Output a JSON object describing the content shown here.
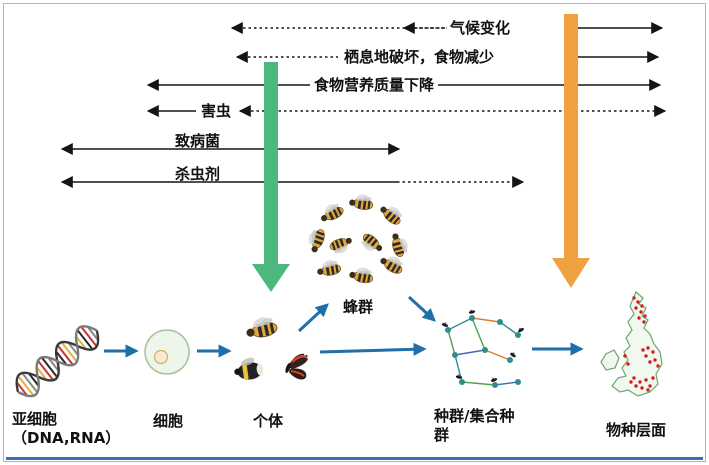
{
  "stressors": [
    {
      "id": "climate",
      "label": "气候变化"
    },
    {
      "id": "habitat",
      "label": "栖息地破坏，食物减少"
    },
    {
      "id": "nutrition",
      "label": "食物营养质量下降"
    },
    {
      "id": "pests",
      "label": "害虫"
    },
    {
      "id": "pathogens",
      "label": "致病菌"
    },
    {
      "id": "pesticides",
      "label": "杀虫剂"
    }
  ],
  "levels": [
    {
      "id": "subcellular",
      "label": "亚细胞",
      "sublabel": "（DNA,RNA）"
    },
    {
      "id": "cell",
      "label": "细胞"
    },
    {
      "id": "individual",
      "label": "个体"
    },
    {
      "id": "colony",
      "label": "蜂群"
    },
    {
      "id": "population",
      "label": "种群/集合种群"
    },
    {
      "id": "species",
      "label": "物种层面"
    }
  ],
  "colors": {
    "green_arrow": "#4db87e",
    "orange_arrow": "#f0a243",
    "blue_arrow": "#1f6fa8",
    "line": "#151515",
    "bottom_rule": "#3f6cb4"
  }
}
